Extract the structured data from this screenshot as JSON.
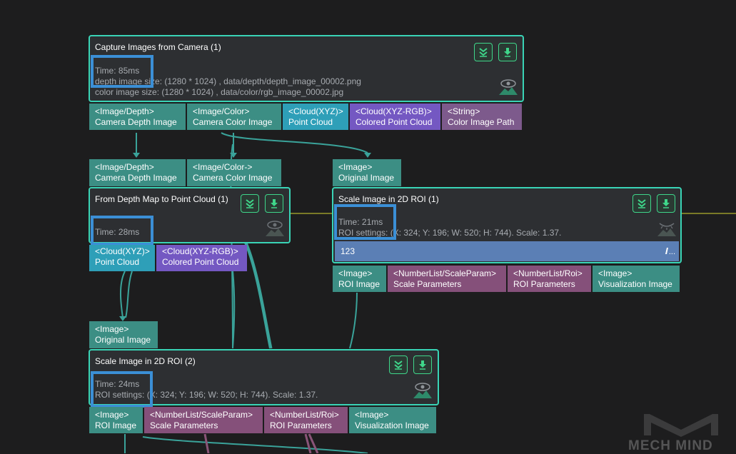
{
  "steps": {
    "capture": {
      "title": "Capture Images from Camera (1)",
      "time": "Time: 85ms",
      "depth_info": "depth image size: (1280 * 1024)  , data/depth/depth_image_00002.png",
      "color_info": "color image size: (1280 * 1024)  , data/color/rgb_image_00002.jpg",
      "outputs": [
        {
          "type": "<Image/Depth>",
          "label": "Camera Depth Image"
        },
        {
          "type": "<Image/Color>",
          "label": "Camera Color Image"
        },
        {
          "type": "<Cloud(XYZ)>",
          "label": "Point Cloud"
        },
        {
          "type": "<Cloud(XYZ-RGB)>",
          "label": "Colored Point Cloud"
        },
        {
          "type": "<String>",
          "label": "Color Image Path"
        }
      ]
    },
    "depth_to_cloud": {
      "title": "From Depth Map to Point Cloud (1)",
      "time": "Time: 28ms",
      "inputs": [
        {
          "type": "<Image/Depth>",
          "label": "Camera Depth Image"
        },
        {
          "type": "<Image/Color->",
          "label": "Camera Color Image"
        }
      ],
      "outputs": [
        {
          "type": "<Cloud(XYZ)>",
          "label": "Point Cloud"
        },
        {
          "type": "<Cloud(XYZ-RGB)>",
          "label": "Colored Point Cloud"
        }
      ]
    },
    "scale_roi_1": {
      "title": "Scale Image in 2D ROI (1)",
      "time": "Time: 21ms",
      "roi_info": "ROI settings: (X: 324; Y: 196; W: 520; H: 744). Scale: 1.37.",
      "param_value": "123",
      "edit_icon_text": "...",
      "inputs": [
        {
          "type": "<Image>",
          "label": "Original Image"
        }
      ],
      "outputs": [
        {
          "type": "<Image>",
          "label": "ROI Image"
        },
        {
          "type": "<NumberList/ScaleParam>",
          "label": "Scale Parameters"
        },
        {
          "type": "<NumberList/Roi>",
          "label": "ROI Parameters"
        },
        {
          "type": "<Image>",
          "label": "Visualization Image"
        }
      ]
    },
    "scale_roi_2": {
      "title": "Scale Image in 2D ROI (2)",
      "time": "Time: 24ms",
      "roi_info": "ROI settings: (X: 324; Y: 196; W: 520; H: 744). Scale: 1.37.",
      "inputs": [
        {
          "type": "<Image>",
          "label": "Original Image"
        }
      ],
      "outputs": [
        {
          "type": "<Image>",
          "label": "ROI Image"
        },
        {
          "type": "<NumberList/ScaleParam>",
          "label": "Scale Parameters"
        },
        {
          "type": "<NumberList/Roi>",
          "label": "ROI Parameters"
        },
        {
          "type": "<Image>",
          "label": "Visualization Image"
        }
      ]
    }
  },
  "logo": {
    "text": "MECH MIND"
  },
  "icons": {
    "collapse": "double-chevron-down-icon",
    "run": "download-arrow-icon",
    "preview": "eye-icon",
    "edit": "pencil-icon"
  },
  "colors": {
    "accent_border": "#39d4b6",
    "highlight": "#3b8fd6",
    "button_green": "#3fd68a",
    "port_teal": "#3c8e84",
    "port_cyan": "#2e9fb8",
    "port_purple": "#7458c2",
    "port_mauve": "#85507a",
    "param_row": "#5b7fb5"
  }
}
